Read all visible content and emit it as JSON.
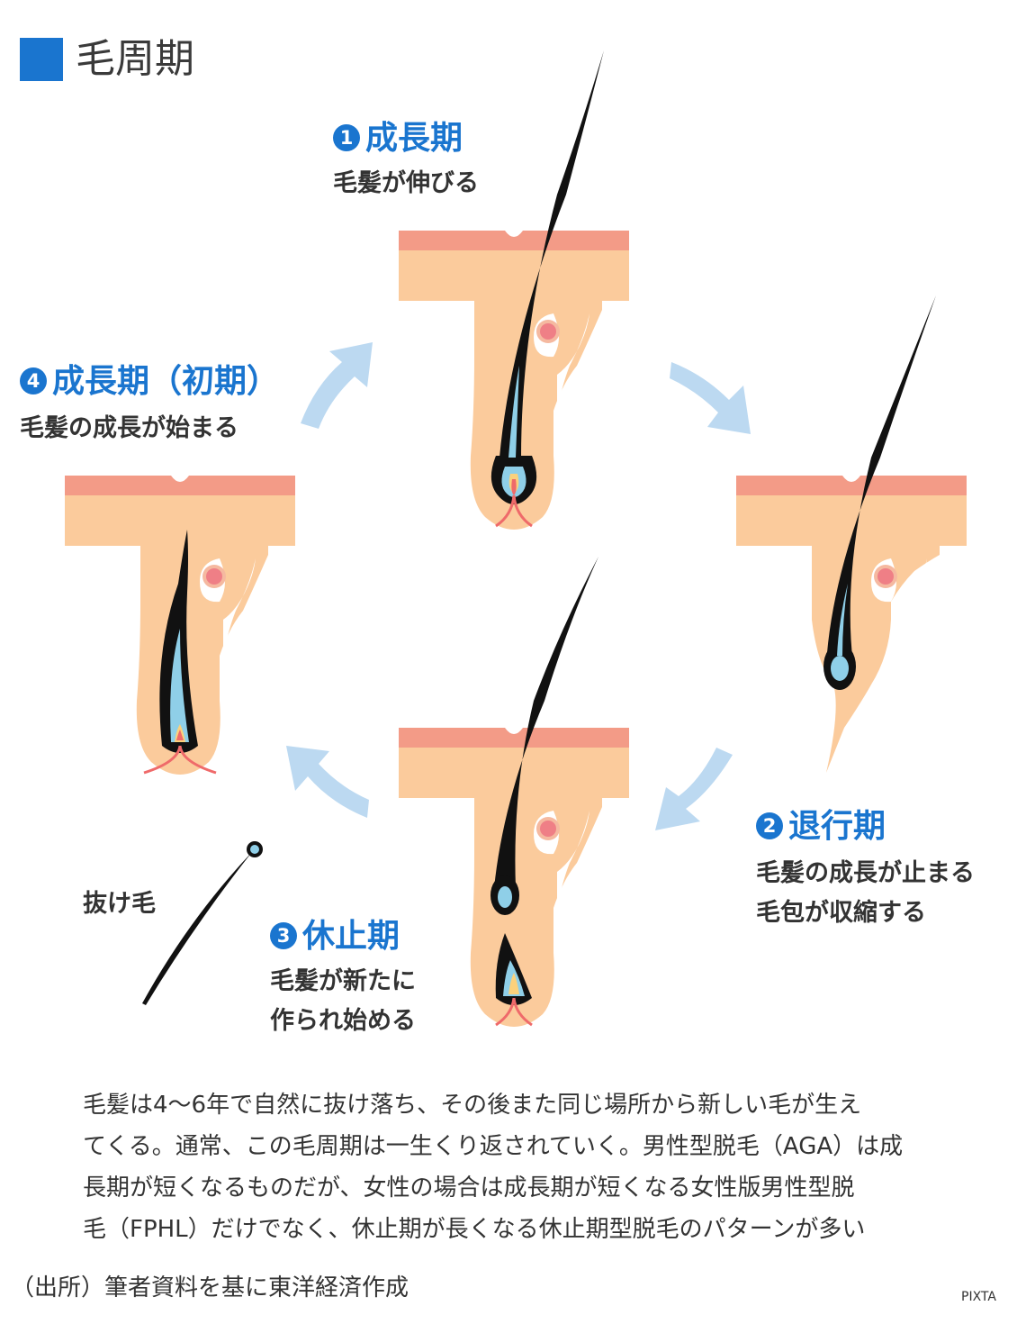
{
  "title": "毛周期",
  "phases": [
    {
      "num": "1",
      "title": "成長期",
      "desc": [
        "毛髪が伸びる"
      ]
    },
    {
      "num": "2",
      "title": "退行期",
      "desc": [
        "毛髪の成長が止まる",
        "毛包が収縮する"
      ]
    },
    {
      "num": "3",
      "title": "休止期",
      "desc": [
        "毛髪が新たに",
        "作られ始める"
      ]
    },
    {
      "num": "4",
      "title": "成長期（初期）",
      "desc": [
        "毛髪の成長が始まる"
      ]
    }
  ],
  "shed_hair_label": "抜け毛",
  "caption_lines": [
    "毛髪は4〜6年で自然に抜け落ち、その後また同じ場所から新しい毛が生え",
    "てくる。通常、この毛周期は一生くり返されていく。男性型脱毛（AGA）は成",
    "長期が短くなるものだが、女性の場合は成長期が短くなる女性版男性型脱",
    "毛（FPHL）だけでなく、休止期が長くなる休止期型脱毛のパターンが多い"
  ],
  "source": "（出所）筆者資料を基に東洋経済作成",
  "credit": "PIXTA",
  "colors": {
    "accent": "#1a75cf",
    "skin": "#fbcb9c",
    "epidermis": "#f39b87",
    "arrow": "#bcd9f1",
    "hair": "#111111",
    "papilla": "#8fcfe8",
    "vessel": "#ef6a6a",
    "gland": "#ef8c8c"
  }
}
